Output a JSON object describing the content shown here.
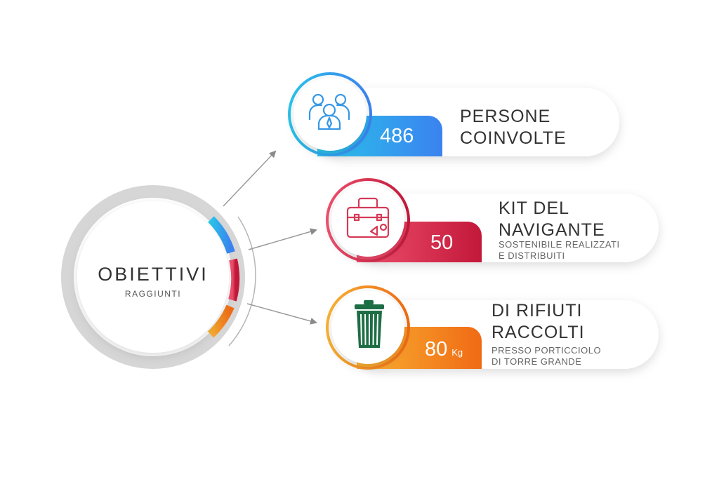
{
  "hub": {
    "title": "OBIETTIVI",
    "subtitle": "RAGGIUNTI"
  },
  "items": [
    {
      "value": "486",
      "unit": "",
      "title_line1": "PERSONE",
      "title_line2": "COINVOLTE",
      "sub_line1": "",
      "sub_line2": "",
      "icon": "people-icon",
      "color_start": "#29c4ea",
      "color_end": "#3b82f0"
    },
    {
      "value": "50",
      "unit": "",
      "title_line1": "KIT DEL",
      "title_line2": "NAVIGANTE",
      "sub_line1": "SOSTENIBILE REALIZZATI",
      "sub_line2": "E DISTRIBUITI",
      "icon": "suitcase-icon",
      "color_start": "#f0506e",
      "color_end": "#c2183a"
    },
    {
      "value": "80",
      "unit": "Kg",
      "title_line1": "DI RIFIUTI",
      "title_line2": "RACCOLTI",
      "sub_line1": "PRESSO PORTICCIOLO",
      "sub_line2": "DI TORRE GRANDE",
      "icon": "trash-bin-icon",
      "color_start": "#f9b233",
      "color_end": "#f06a14"
    }
  ]
}
